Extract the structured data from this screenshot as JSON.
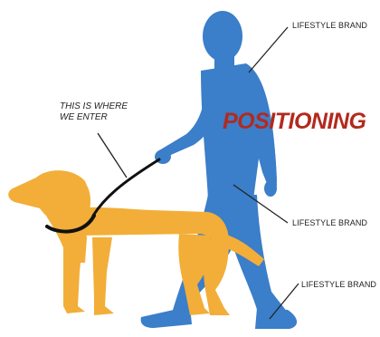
{
  "labels": {
    "lifestyle_brand_top": "LIFESTYLE BRAND",
    "lifestyle_brand_mid": "LIFESTYLE BRAND",
    "lifestyle_brand_bottom": "LIFESTYLE BRAND",
    "enter_line1": "THIS IS WHERE",
    "enter_line2": "WE ENTER",
    "positioning": "POSITIONING"
  },
  "colors": {
    "person": "#3b7ec9",
    "dog": "#f2ae38",
    "leash": "#111111",
    "positioning": "#b22a1f",
    "pointer_line": "#222222"
  }
}
